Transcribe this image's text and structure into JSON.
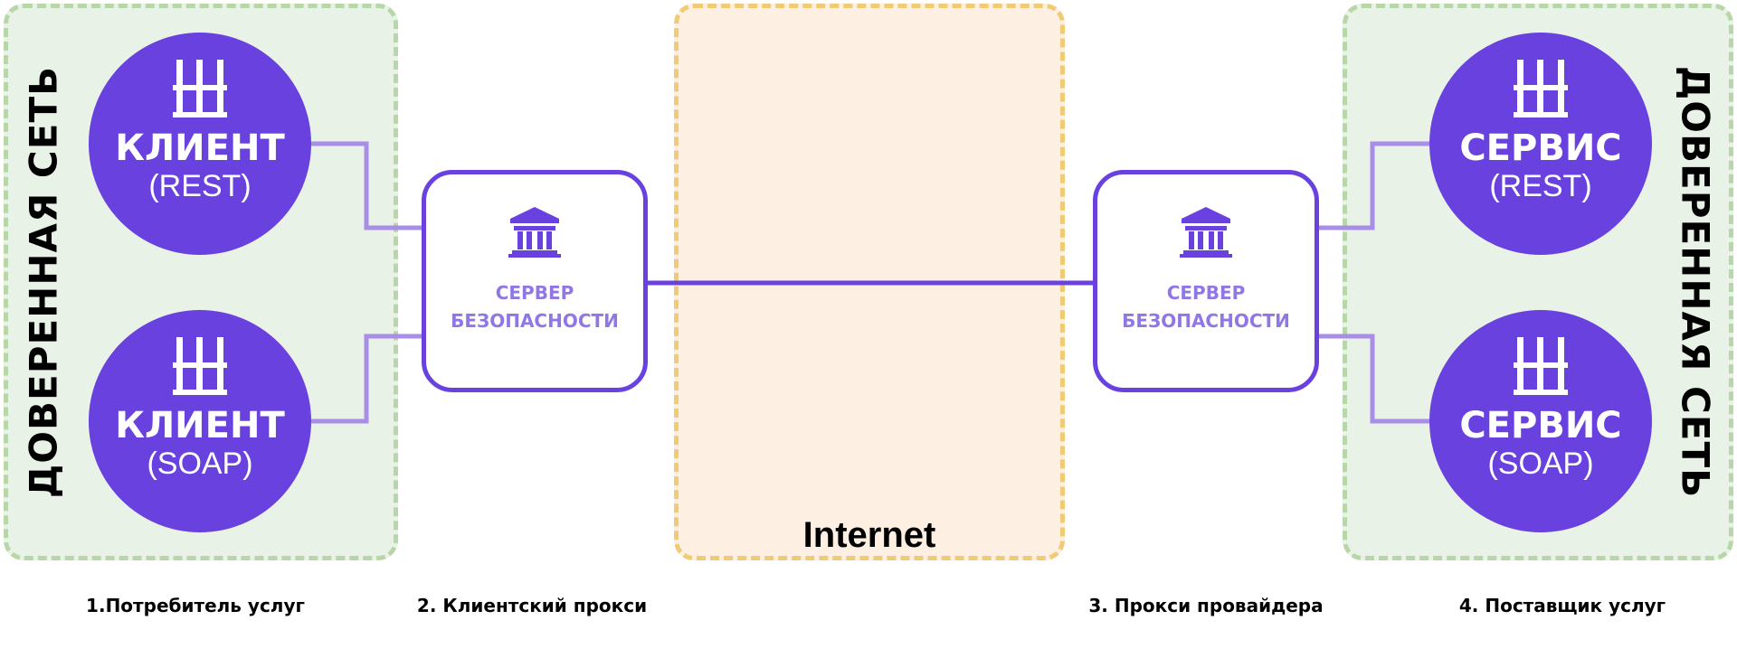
{
  "zones": {
    "trusted_left": "ДОВЕРЕННАЯ СЕТЬ",
    "trusted_right": "ДОВЕРЕННАЯ СЕТЬ",
    "internet": "Internet"
  },
  "nodes": {
    "client_rest": {
      "title": "КЛИЕНТ",
      "sub": "(REST)"
    },
    "client_soap": {
      "title": "КЛИЕНТ",
      "sub": "(SOAP)"
    },
    "service_rest": {
      "title": "СЕРВИС",
      "sub": "(REST)"
    },
    "service_soap": {
      "title": "СЕРВИС",
      "sub": "(SOAP)"
    }
  },
  "proxies": {
    "client": {
      "line1": "СЕРВЕР",
      "line2": "БЕЗОПАСНОСТИ"
    },
    "provider": {
      "line1": "СЕРВЕР",
      "line2": "БЕЗОПАСНОСТИ"
    }
  },
  "captions": {
    "consumer": "1.Потребитель услуг",
    "client_proxy": "2. Клиентский прокси",
    "provider_proxy": "3. Прокси провайдера",
    "provider": "4. Поставщик услуг"
  },
  "icons": {
    "node": "stacked-grid-icon",
    "proxy": "bank-building-icon"
  },
  "colors": {
    "node_fill": "#6941de",
    "connector": "#a98ee8",
    "main_link": "#6941de",
    "proxy_text": "#9177e6",
    "trusted_zone_fill": "#e9f2e6",
    "trusted_zone_border": "#b7d7a8",
    "internet_zone_fill": "#fdf0e2",
    "internet_zone_border": "#f0ca74"
  }
}
